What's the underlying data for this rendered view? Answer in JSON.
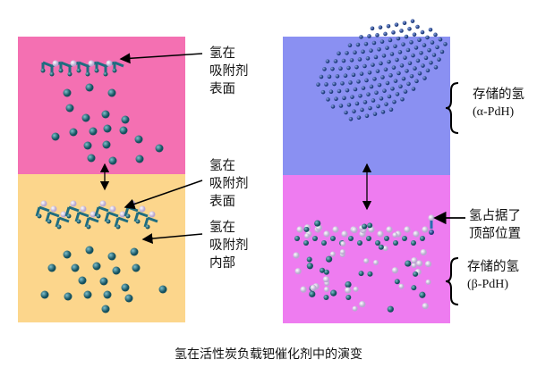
{
  "colors": {
    "panel_pink": "#f470b2",
    "panel_orange": "#fcd68c",
    "panel_blue": "#8a90f2",
    "panel_magenta": "#ee7cf0",
    "atom_teal": "#1f6d80",
    "atom_blue": "#2a4f9a",
    "atom_white": "#f2eef8"
  },
  "left": {
    "top_label": [
      "氢在",
      "吸附剂",
      "表面"
    ],
    "bottom_label_surface": [
      "氢在",
      "吸附剂",
      "表面"
    ],
    "bottom_label_interior": [
      "氢在",
      "吸附剂",
      "内部"
    ]
  },
  "right": {
    "top_label": [
      "存储的氢",
      "(α-PdH)"
    ],
    "bottom_label_top": [
      "氢占据了",
      "顶部位置"
    ],
    "bottom_label_stored": [
      "存储的氢",
      "(β-PdH)"
    ]
  },
  "caption": "氢在活性炭负载钯催化剂中的演变"
}
